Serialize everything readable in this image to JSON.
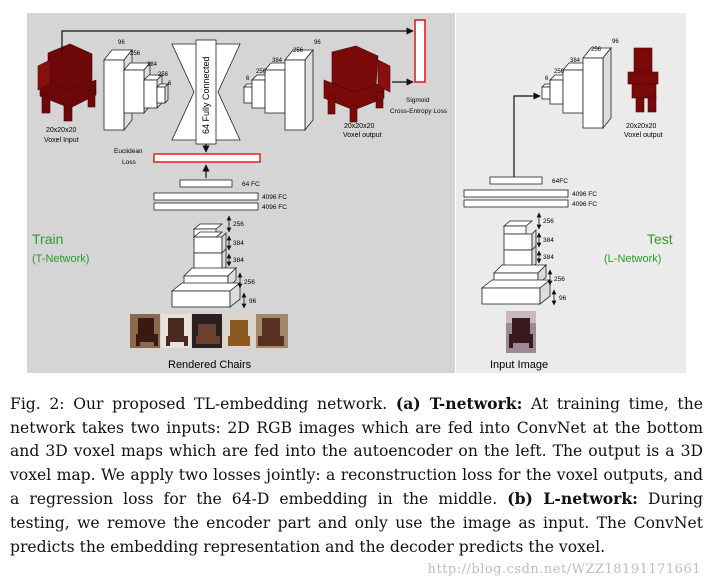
{
  "train_panel": {
    "side_label": "Train",
    "side_sublabel": "(T-Network)",
    "voxel_input_label_1": "20x20x20",
    "voxel_input_label_2": "Voxel Input",
    "voxel_output_label_1": "20x20x20",
    "voxel_output_label_2": "Voxel output",
    "fully_connected_label": "64 Fully Connected",
    "encoder_dims": [
      "96",
      "256",
      "384",
      "256",
      "6"
    ],
    "decoder_dims": [
      "6",
      "256",
      "384",
      "256",
      "96"
    ],
    "euclidean_loss_line1": "Euclidean",
    "euclidean_loss_line2": "Loss",
    "sigmoid_loss_line1": "Sigmoid",
    "sigmoid_loss_line2": "Cross-Entropy Loss",
    "fc64": "64 FC",
    "fc4096_1": "4096 FC",
    "fc4096_2": "4096 FC",
    "convnet_dims": [
      "256",
      "384",
      "384",
      "256",
      "96"
    ],
    "rendered_label": "Rendered Chairs"
  },
  "test_panel": {
    "side_label": "Test",
    "side_sublabel": "(L-Network)",
    "decoder_dims": [
      "6",
      "256",
      "384",
      "256",
      "96"
    ],
    "voxel_output_label_1": "20x20x20",
    "voxel_output_label_2": "Voxel output",
    "fc64": "64FC",
    "fc4096_1": "4096 FC",
    "fc4096_2": "4096 FC",
    "convnet_dims": [
      "256",
      "384",
      "384",
      "256",
      "96"
    ],
    "input_label": "Input Image"
  },
  "colors": {
    "train_bg": "#d5d5d5",
    "test_bg": "#ebebeb",
    "label_green": "#2e9a2e",
    "loss_red": "#e02020",
    "voxel_red": "#7a0a0a"
  },
  "caption": {
    "fig_label": "Fig. 2: Our proposed TL-embedding network.",
    "a_label": "(a) T-network:",
    "a_text": "At training time, the network takes two inputs: 2D RGB images which are fed into ConvNet at the bottom and 3D voxel maps which are fed into the autoencoder on the left. The output is a 3D voxel map. We apply two losses jointly: a reconstruction loss for the voxel outputs, and a regression loss for the 64-D embedding in the middle.",
    "b_label": "(b) L-network:",
    "b_text": "During testing, we remove the encoder part and only use the image as input. The ConvNet predicts the embedding representation and the decoder predicts the voxel."
  },
  "watermark": "http://blog.csdn.net/WZZ18191171661"
}
